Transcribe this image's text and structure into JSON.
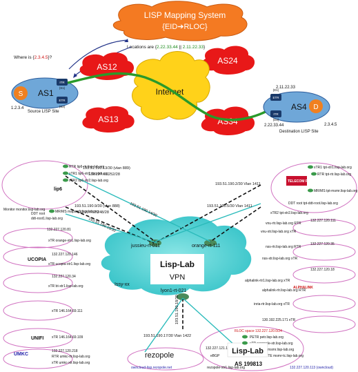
{
  "top": {
    "mapping_system": {
      "line1": "LISP Mapping System",
      "line2": "{EID➔RLOC}"
    },
    "locations": {
      "prefix": "Locations are {",
      "rloc1": "2.22.33.44",
      "sep": " || ",
      "rloc2": "2.11.22.33",
      "suffix": "}"
    },
    "where_is": {
      "prefix": "Where is {",
      "eid": "2.3.4.5",
      "suffix": "}?"
    },
    "clouds": [
      "AS12",
      "AS24",
      "AS13",
      "AS34"
    ],
    "internet": "Internet",
    "source": {
      "as": "AS1",
      "host": "S",
      "ip": "1.2.3.4",
      "label": "Source LISP Site",
      "routers": [
        "ITR",
        "ETR"
      ],
      "router_ips": [
        "(S1)",
        "(S2)"
      ]
    },
    "dest": {
      "as": "AS4",
      "host": "D",
      "ip": "2.3.4.5",
      "label": "Destination LISP Site",
      "routers": [
        "ETR",
        "ITR"
      ],
      "router_ips": [
        "(D1)",
        "(D2)"
      ],
      "rloc_top": "2.11.22.33",
      "rloc_bottom": "2.22.33.44"
    }
  },
  "bottom": {
    "vpn": {
      "brand": "Lisp-Lab",
      "label": "VPN"
    },
    "nodes": {
      "jussieu": "jussieu-rt-011",
      "orange": "orange-rt-111",
      "lyon": "lyon1-rt-021",
      "issy": "Issy-xx"
    },
    "links": [
      "193.51.190.13/30 (vlan 889)",
      "132.227.62.252/28",
      "193.51.190.9/30 (vlan 888)",
      "132.227.62.248/28",
      "193.51.190.14/30",
      "193.51.190.10/30",
      "193.51.190.2/30 Vlan 1411",
      "193.51.190.5/30 Vlan 1411",
      "193.51.190.18/30",
      "193.51.190.17/30 Vlan 1422"
    ],
    "left_labels": [
      "RTR lip6-rtr.lisp-lab.org",
      "xTR1 lip6-xtr1.lisp-lab.org",
      "xTR2 lip6-xtr2.lisp-lab.org",
      "MR/MS mapsrv1.lisp-lab.org",
      "ddt-root1.lisp-lab.org",
      "DDT root",
      "Monitor monitor.lisp-lab.org",
      "132.227.120.81",
      "xTR orange-xtr1.lisp-lab.org",
      "132.227.120.146",
      "xTR ucopia-xtr1.lisp-lab.org",
      "132.227.120.34",
      "xTR bt-xtr1.lisp-lab.org",
      "xTR 146.164.69.111",
      "xTR 146.164.69.109",
      "132.227.120.218",
      "RTR umkc-rtr.lisp-lab.org",
      "xTR umkc-xtr.lisp-lab.org"
    ],
    "left_logos": [
      "lip6",
      "UCOPIA",
      "UNIFI",
      "UMKC"
    ],
    "right_labels": [
      "xTR1 tpt-xtr1.lisp-lab.org",
      "RTR tpt-rtr.lisp-lab.org",
      "MR/MS tpt-msmr.lisp-lab.org",
      "DDT root tpt-ddt-root.lisp-lab.org",
      "xTR2 tpt-xtr2.lisp-lab.org",
      "132.227.120.111",
      "vnu-rtr.lisp-lab.org RTR",
      "vnu-xtr.lisp-lab.org xTR",
      "132.227.120.35",
      "nss-rtr.lisp-lab.org RTR",
      "nss-xtr.lisp-lab.org xTR",
      "132.227.120.18",
      "alphalink-rtr1.lisp-lab.org xTR",
      "alphalink-rtr.lisp-lab.org RTR",
      "inria-rtr.lisp-lab.org xTR",
      "130.192.225.171 xTR"
    ],
    "right_logos": [
      "TELECOM ParisTech",
      "ALPHALINK"
    ],
    "bottom_labels": [
      "RLOC space 132.227.120.0/24",
      "PETR petr.lisp-lab.org",
      "xTR rezopole-xtr.lisp-lab.org",
      "MR/MS msmr.lisp-lab.org",
      "MR/MS-TE msmr-tc.lisp-lab.org",
      "132.227.121.1",
      "eBGP",
      "rezopole-xtr1.lisp-lab.org",
      "AS 199813",
      "owncloud-lisp.rezopole.net",
      "132.227.120.113 (owncloud)"
    ],
    "rezopole": "rezopole",
    "lisplab_logo": "Lisp-Lab"
  }
}
